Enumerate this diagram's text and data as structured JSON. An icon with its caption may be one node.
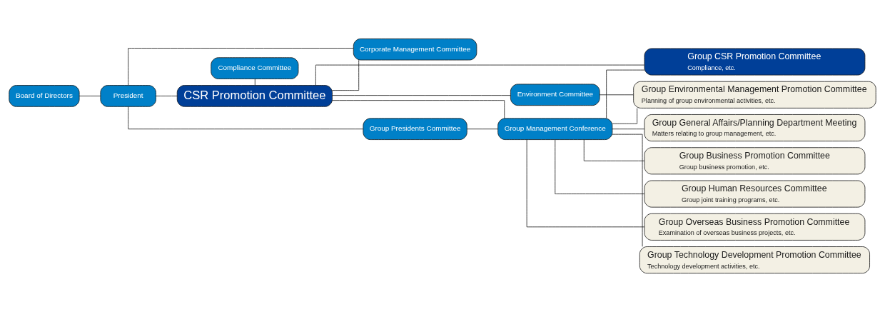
{
  "diagram": {
    "nodes": [
      {
        "text": [
          "Compliance Committee"
        ]
      },
      {
        "text": [
          "Board of Directors"
        ]
      },
      {
        "text": [
          "President"
        ]
      },
      {
        "text": [
          "CSR Promotion Committee"
        ]
      },
      {
        "text": [
          "Environment Committee"
        ]
      },
      {
        "text": [
          "Corporate Management Committee"
        ]
      },
      {
        "text": [
          "Group Management Conference"
        ]
      },
      {
        "text": [
          "Group Presidents Committee"
        ]
      },
      {
        "text": [
          "Group General Affairs/Planning Department Meeting",
          "Matters relating to group management, etc."
        ]
      },
      {
        "text": [
          "Group Business Promotion Committee",
          "Group business promotion, etc."
        ]
      },
      {
        "text": [
          "Group CSR Promotion Committee",
          "Compliance, etc."
        ]
      },
      {
        "text": [
          "Group Human Resources Committee",
          "Group joint training programs, etc."
        ]
      },
      {
        "text": [
          "Group Environmental Management Promotion Committee",
          "Planning of group environmental activities, etc."
        ]
      },
      {
        "text": [
          "Group Overseas Business Promotion Committee",
          "Examination of overseas business projects, etc."
        ]
      },
      {
        "text": [
          "Group Technology Development Promotion Committee",
          "Technology development activities, etc."
        ]
      }
    ],
    "edges": [
      {
        "from": 1,
        "to": 2,
        "arrow": "none"
      },
      {
        "from": 2,
        "to": 3,
        "arrow": "none"
      },
      {
        "from": 2,
        "to": 5,
        "arrow": "none"
      },
      {
        "from": 2,
        "to": 7,
        "arrow": "none"
      },
      {
        "from": 0,
        "to": 3,
        "arrow": "none"
      },
      {
        "from": 3,
        "to": 4,
        "arrow": "none"
      },
      {
        "from": 3,
        "to": 5,
        "arrow": "none"
      },
      {
        "from": 3,
        "to": 6,
        "arrow": "none"
      },
      {
        "from": 7,
        "to": 6,
        "arrow": "none"
      },
      {
        "from": 3,
        "to": 10,
        "arrow": "none"
      },
      {
        "from": 4,
        "to": 12,
        "arrow": "none"
      },
      {
        "from": 6,
        "to": 8,
        "arrow": "none"
      },
      {
        "from": 6,
        "to": 9,
        "arrow": "none"
      },
      {
        "from": 6,
        "to": 10,
        "arrow": "none"
      },
      {
        "from": 6,
        "to": 11,
        "arrow": "none"
      },
      {
        "from": 6,
        "to": 12,
        "arrow": "none"
      },
      {
        "from": 6,
        "to": 13,
        "arrow": "none"
      },
      {
        "from": 6,
        "to": 14,
        "arrow": "none"
      }
    ]
  }
}
